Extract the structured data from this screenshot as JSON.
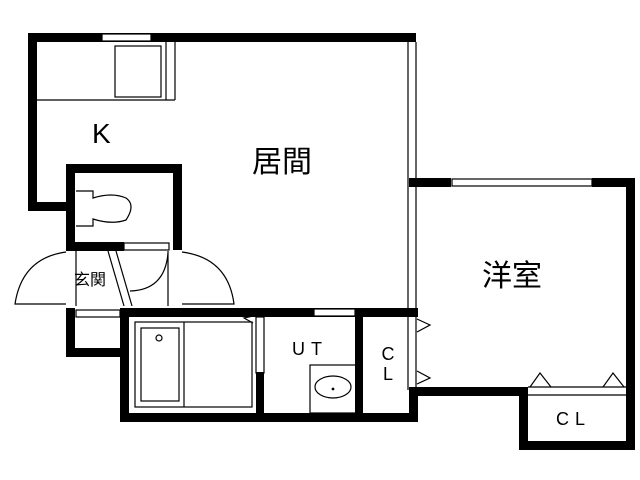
{
  "floorplan": {
    "rooms": {
      "kitchen": "K",
      "living": "居間",
      "western_room": "洋室",
      "entrance": "玄関",
      "utility": "UT",
      "closet_small_c": "C",
      "closet_small_l": "L",
      "closet_large": "CL"
    },
    "colors": {
      "wall": "#000000",
      "background": "#ffffff"
    }
  }
}
